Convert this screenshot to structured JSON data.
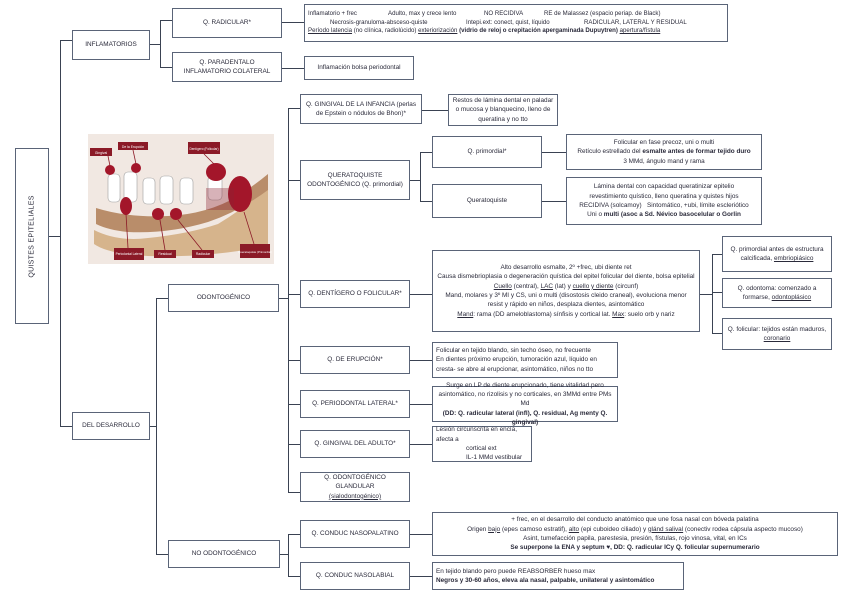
{
  "root": "QUISTES EPITELIALES",
  "inflamatorios": {
    "label": "INFLAMATORIOS",
    "radicular": {
      "label": "Q. RADICULAR*",
      "r1a": "Inflamatorio + frec",
      "r1b": "Adulto, max y crece lento",
      "r1c": "NO RECIDIVA",
      "r1d": "RE de Malassez (espacio periap. de Black)",
      "r2a": "Necrosis-granuloma-absceso-quiste",
      "r2b": "Intepi.ext: conect, quist, líquido",
      "r2c": "RADICULAR, LATERAL Y RESIDUAL",
      "r3a": "Período latencia",
      "r3b": " (no clínica, radiolúcido) ",
      "r3c": "exteriorización",
      "r3d": " (vidrio de reloj o crepitación apergaminada Dupuytren) ",
      "r3e": "apertura/fístula"
    },
    "paradentalo": {
      "label": "Q. PARADENTALO INFLAMATORIO COLATERAL",
      "desc": "Inflamación bolsa periodontal"
    }
  },
  "image": {
    "labels": [
      "Gingival",
      "De la Erupción",
      "Dentígero (Folicular)",
      "Periodontal Lateral",
      "Residual",
      "Radicular",
      "Queratoquiste (Primordial)"
    ]
  },
  "desarrollo": {
    "label": "DEL DESARROLLO",
    "odontogenico": {
      "label": "ODONTOGÉNICO",
      "gingival_infancia": {
        "label": "Q. GINGIVAL DE LA INFANCIA (perlas de Epstein o nódulos de Bhon)*",
        "desc": "Restos de lámina dental en paladar o mucosa y blanquecino, lleno de queratina y no tto"
      },
      "queratoquiste_group": {
        "label": "QUERATOQUISTE ODONTOGÉNICO (Q. primordial)",
        "primordial": {
          "label": "Q. primordial*",
          "d1": "Folicular en fase precoz, uni o multi",
          "d2a": "Retículo estrellado del ",
          "d2b": "esmalte antes de formar tejido duro",
          "d3": "3 MMd, ángulo mand y rama"
        },
        "queratoquiste": {
          "label": "Queratoquiste",
          "d1": "Lámina dental con capacidad queratinizar epitelio",
          "d2": "revestimiento quístico, lleno queratina y quistes hijos",
          "d3a": "RECIDIVA (solcamoy)",
          "d3b": "Sintomático, +ubi, límite escleriótico",
          "d4a": "Uni o ",
          "d4b": "multi",
          "d4c": " (asoc a Sd. Névico basocelular o Gorlin"
        }
      },
      "dentigero": {
        "label": "Q. DENTÍGERO O FOLICULAR*",
        "d1": "Alto desarrollo esmalte, 2º +frec, ubi diente ret",
        "d2": "Causa dismebrioplasia o degeneración quística del epitel folicular del diente, bolsa epitelial",
        "d3a": "Cuello",
        "d3b": " (central), ",
        "d3c": "LAC",
        "d3d": " (lat) y ",
        "d3e": "cuello y diente",
        "d3f": " (circunf)",
        "d4": "Mand, molares y 3º MI y CS, uni o multi (disostosis cleido craneal), evoluciona menor",
        "d5": "resist y rápido en niños, desplaza dientes, asintomático",
        "d6a": "Mand",
        "d6b": ": rama (DD ameloblastoma) sínfisis y cortical lat. ",
        "d6c": "Max",
        "d6d": ": suelo orb y nariz",
        "sub1a": "Q. primordial antes de estructura calcificada, ",
        "sub1b": "embriopiásico",
        "sub2a": "Q. odontoma: comenzado a formarse, ",
        "sub2b": "odontoplásico",
        "sub3a": "Q. folicular: tejidos están maduros, ",
        "sub3b": "coronario"
      },
      "erupcion": {
        "label": "Q. DE ERUPCIÓN*",
        "d1": "Folicular en tejido blando, sin techo óseo, no frecuente",
        "d2": "En dientes próximo erupción, tumoración azul, líquido en",
        "d3": "cresta- se abre al erupcionar, asintomático, niños no tto"
      },
      "periodontal": {
        "label": "Q. PERIODONTAL LATERAL*",
        "d1": "Surge en LP de diente erupcionado, tiene vitalidad pero",
        "d2": "asintomático, no rizolisis y no corticales, en 3MMd entre PMs Md",
        "d3": "(DD: Q. radicular lateral (infl), Q. residual, Ag menty Q. gingival)"
      },
      "gingival_adulto": {
        "label": "Q. GINGIVAL DEL ADULTO*",
        "d1": "Lesión circunscrita en encía, afecta a",
        "d2": "cortical ext",
        "d3": "IL-1 MMd vestibular"
      },
      "glandular": {
        "label": "Q. ODONTOGÉNICO GLANDULAR",
        "sub": "(sialodontogénico)"
      }
    },
    "no_odontogenico": {
      "label": "NO ODONTOGÉNICO",
      "nasopalatino": {
        "label": "Q. CONDUC NASOPALATINO",
        "d1": "+ frec, en el desarrollo del conducto anatómico que une fosa nasal con bóveda palatina",
        "d2a": "Origen ",
        "d2b": "bajo",
        "d2c": " (epes camoso estratif), ",
        "d2d": "alto",
        "d2e": " (epi cuboideo ciliado) y ",
        "d2f": "glánd salival",
        "d2g": " (conectiv rodea cápsula aspecto mucoso)",
        "d3": "Asint, tumefacción papila, parestesia, presión, fístulas, rojo vinosa, vital, en ICs",
        "d4": "Se superpone la ENA y septum ♥, DD: Q. radicular ICy Q. folicular supernumerario"
      },
      "nasolabial": {
        "label": "Q. CONDUC NASOLABIAL",
        "d1": "En tejido blando pero puede REABSORBER hueso max",
        "d2": "Negros y 30-60 años, eleva ala nasal, palpable, unilateral y asintomático"
      }
    }
  }
}
